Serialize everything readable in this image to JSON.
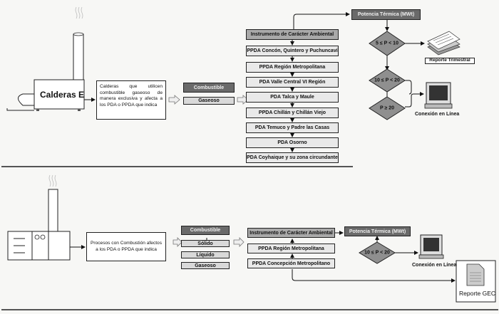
{
  "section1": {
    "boiler_label": "Calderas E",
    "description": "Calderas que utilicen combustible gaseoso de manera exclusiva y afecta a los PDA o PPDA que indica",
    "fuel_header": "Combustible",
    "fuels": [
      "Gaseoso"
    ],
    "instrument_header": "Instrumento de Carácter Ambiental",
    "plans": [
      "PPDA Concón, Quintero y Puchuncaví",
      "PPDA Región Metropolitana",
      "PDA Valle Central VI Región",
      "PDA Talca y Maule",
      "PPDA Chillán y Chillán Viejo",
      "PDA Temuco y Padre las Casas",
      "PDA Osorno",
      "PDA Coyhaique y su zona circundante"
    ],
    "power_header": "Potencia Térmica (MWt)",
    "conditions": [
      "5 ≤ P < 10",
      "10 ≤ P < 20",
      "P ≥ 20"
    ],
    "report_quarterly": "Reporte Trimestral",
    "online_connection": "Conexión en Línea"
  },
  "section2": {
    "description": "Procesos con Combustión afectos a los PDA o PPDA que indica",
    "fuel_header": "Combustible",
    "fuels": [
      "Sólido",
      "Líquido",
      "Gaseoso"
    ],
    "instrument_header": "Instrumento de Carácter Ambiental",
    "plans": [
      "PPDA Región Metropolitana",
      "PPDA Concepción Metropolitano"
    ],
    "power_header": "Potencia Térmica (MWt)",
    "conditions": [
      "10 ≤ P < 20"
    ],
    "online_connection": "Conexión en Línea",
    "report_gec": "Reporte GEC"
  },
  "colors": {
    "dark_box": "#6a6a6a",
    "instrument_box": "#a9a9a9",
    "plan_box": "#e9e9e9",
    "diamond": "#8f8f8f",
    "divider": "#555555"
  }
}
